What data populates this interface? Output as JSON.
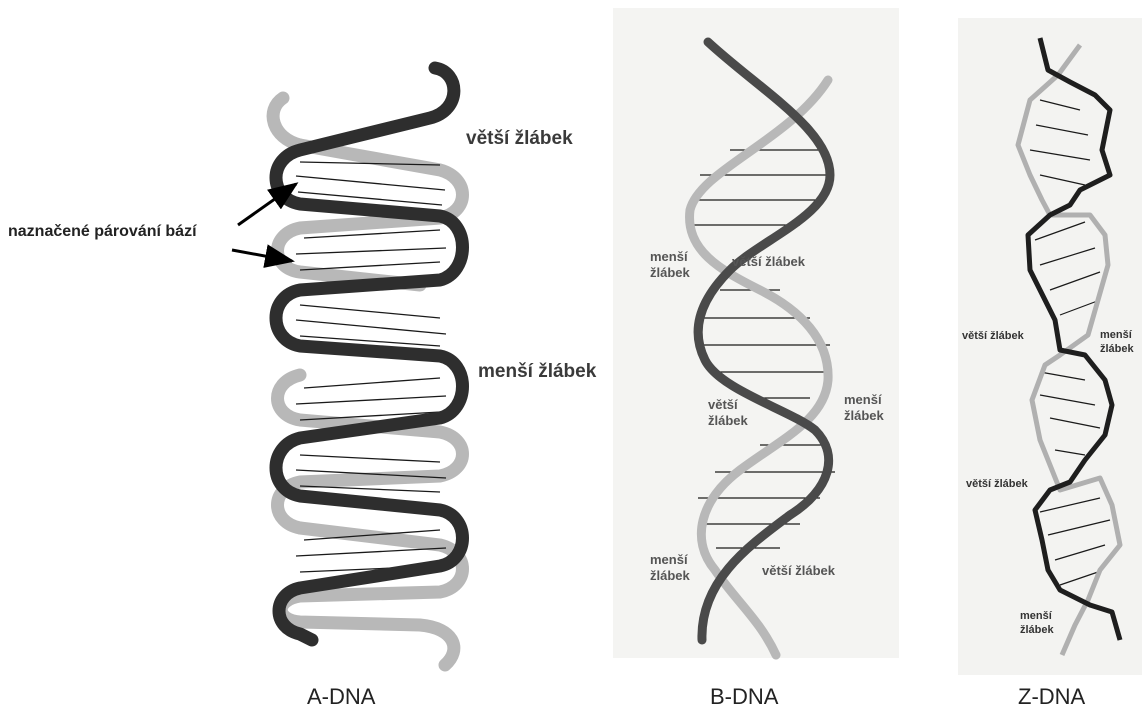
{
  "panels": {
    "a_dna": {
      "caption": "A-DNA",
      "labels": {
        "major_groove": "větší žlábek",
        "base_pairing": "naznačené párování bází",
        "minor_groove": "menší žlábek"
      }
    },
    "b_dna": {
      "caption": "B-DNA",
      "labels": {
        "minor_groove_1": "menší žlábek",
        "major_groove_1": "větší žlábek",
        "major_groove_2": "větší žlábek",
        "minor_groove_2": "menší žlábek",
        "minor_groove_3": "menší žlábek",
        "major_groove_3": "větší žlábek"
      }
    },
    "z_dna": {
      "caption": "Z-DNA",
      "labels": {
        "major_groove_1": "větší žlábek",
        "minor_groove_1": "menší žlábek",
        "major_groove_2": "větší žlábek",
        "minor_groove_2": "menší žlábek"
      }
    }
  },
  "colors": {
    "dark_strand": "#2e2e2e",
    "light_strand": "#b8b8b8",
    "base_pair_line": "#1a1a1a"
  }
}
